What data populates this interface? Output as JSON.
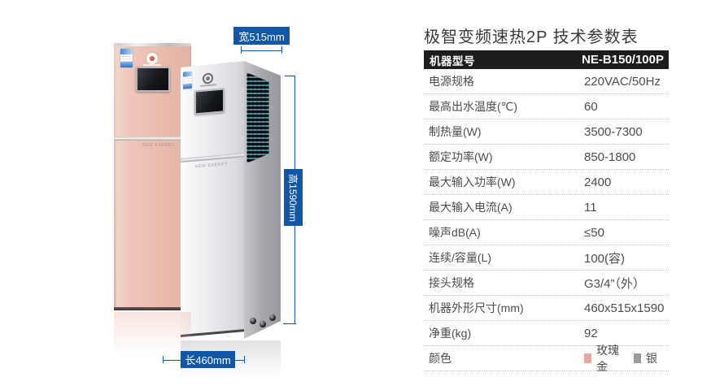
{
  "product": {
    "dimension_labels": {
      "width": "宽515mm",
      "height": "高1590mm",
      "length": "长460mm"
    },
    "annotation_color": "#1257a5",
    "units": [
      {
        "name": "rose-gold-unit",
        "body_color": "#e9bcae",
        "brand_text": "NEW ENERGY"
      },
      {
        "name": "silver-unit",
        "body_color": "#dcdce0",
        "brand_text": "NEW ENERGY"
      }
    ]
  },
  "spec_table": {
    "title": "极智变频速热2P 技术参数表",
    "header": {
      "label": "机器型号",
      "value": "NE-B150/100P"
    },
    "rows": [
      {
        "label": "电源规格",
        "value": "220VAC/50Hz"
      },
      {
        "label": "最高出水温度(℃)",
        "value": "60"
      },
      {
        "label": "制热量(W)",
        "value": "3500-7300"
      },
      {
        "label": "额定功率(W)",
        "value": "850-1800"
      },
      {
        "label": "最大输入功率(W)",
        "value": "2400"
      },
      {
        "label": "最大输入电流(A)",
        "value": "11"
      },
      {
        "label": "噪声dB(A)",
        "value": "≤50"
      },
      {
        "label": "连续/容量(L)",
        "value": "100(容)"
      },
      {
        "label": "接头规格",
        "value": "G3/4”（外）"
      },
      {
        "label": "机器外形尺寸(mm)",
        "value": "460x515x1590"
      },
      {
        "label": "净重(kg)",
        "value": "92"
      }
    ],
    "color_row": {
      "label": "颜色",
      "options": [
        {
          "name": "玫瑰金",
          "swatch": "#e5a79f"
        },
        {
          "name": "银",
          "swatch": "#9b9b9b"
        }
      ]
    }
  }
}
